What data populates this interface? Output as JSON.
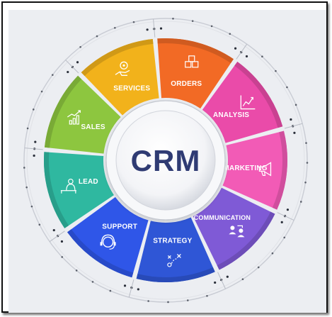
{
  "diagram": {
    "center": {
      "label": "CRM"
    },
    "segments": [
      {
        "label": "SALES",
        "color": "#8dc63f",
        "icon": "bar-chart-growth-icon"
      },
      {
        "label": "SERVICES",
        "color": "#f2b21b",
        "icon": "hand-gear-icon"
      },
      {
        "label": "ORDERS",
        "color": "#f26a25",
        "icon": "order-boxes-icon"
      },
      {
        "label": "ANALYSIS",
        "color": "#ea4ba9",
        "icon": "line-chart-icon"
      },
      {
        "label": "MARKETING",
        "color": "#f25bb6",
        "icon": "megaphone-icon"
      },
      {
        "label": "COMMUNICATION",
        "color": "#7f5ad6",
        "icon": "people-exchange-icon"
      },
      {
        "label": "STRATEGY",
        "color": "#2f56d6",
        "icon": "strategy-plan-icon"
      },
      {
        "label": "SUPPORT",
        "color": "#2f56e8",
        "icon": "headset-agent-icon"
      },
      {
        "label": "LEAD",
        "color": "#2fb8a0",
        "icon": "lead-person-icon"
      }
    ]
  }
}
